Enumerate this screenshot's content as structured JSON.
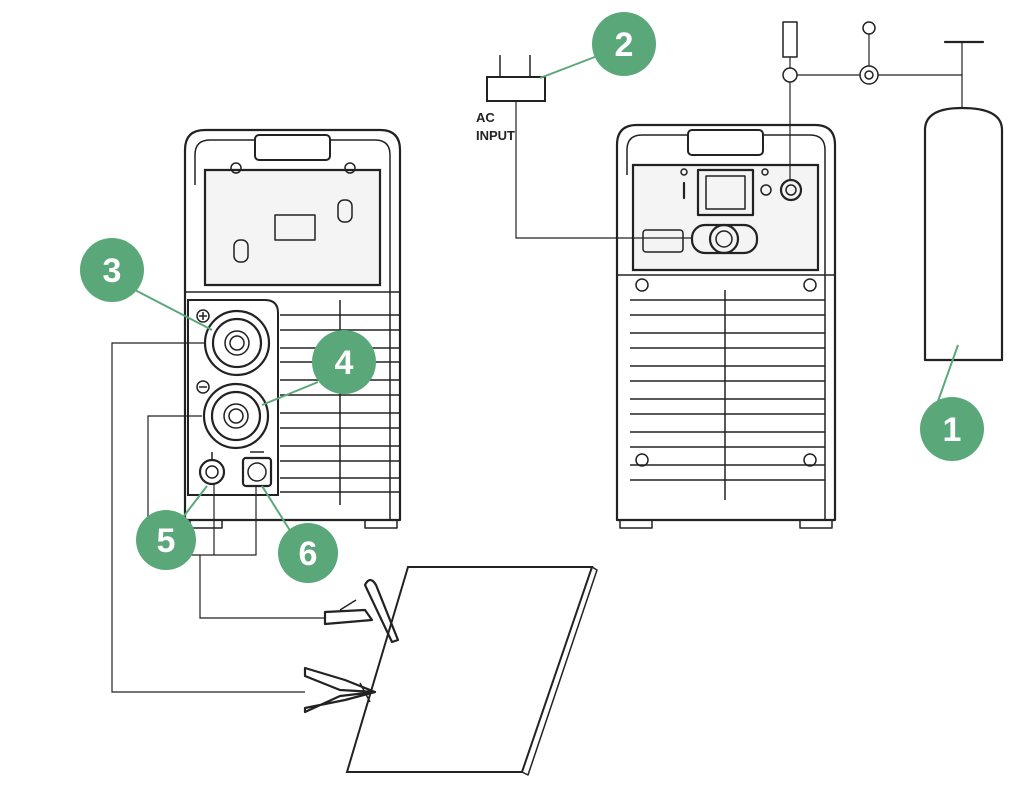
{
  "diagram": {
    "labels": {
      "ac_input_line1": "AC",
      "ac_input_line2": "INPUT"
    },
    "badges": [
      "1",
      "2",
      "3",
      "4",
      "5",
      "6"
    ],
    "colors": {
      "badge": "#5aa87a",
      "line": "#222222"
    },
    "icons": {
      "positive": "plus-symbol-icon",
      "negative": "minus-symbol-icon",
      "power_switch": "power-switch-icon",
      "gas_cylinder": "gas-cylinder-icon",
      "regulator": "regulator-icon",
      "plug": "ac-plug-icon",
      "clamp": "ground-clamp-icon",
      "electrode_holder": "electrode-holder-icon"
    }
  }
}
